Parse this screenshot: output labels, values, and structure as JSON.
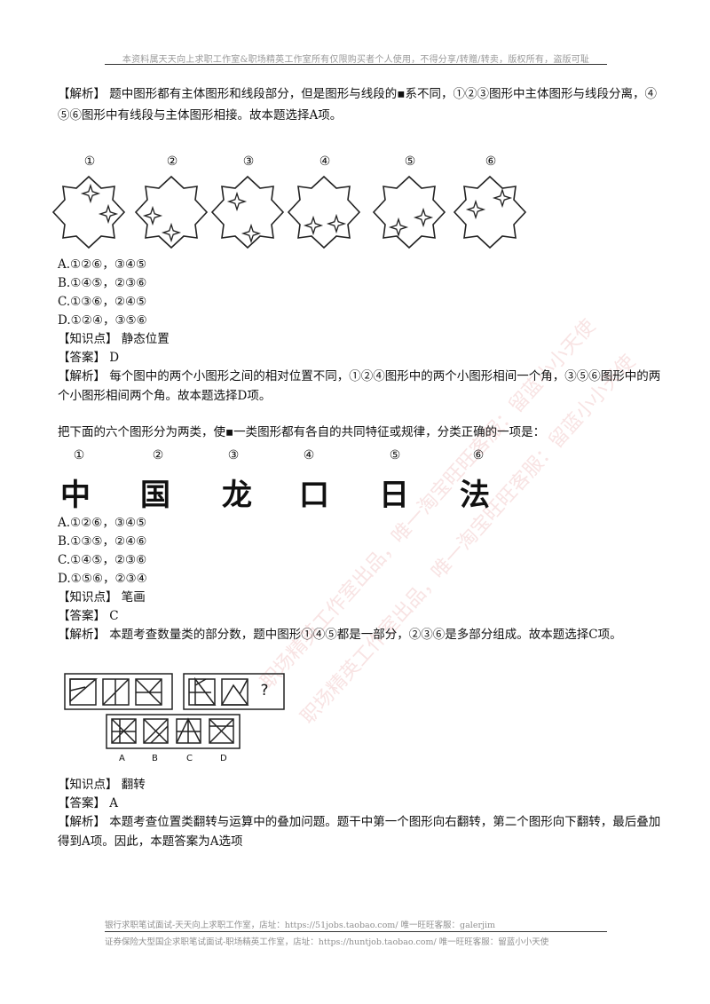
{
  "header": {
    "note": "本资料属天天向上求职工作室&职场精英工作室所有仅限购买者个人使用，不得分享/转赠/转卖，版权所有，盗版可耻"
  },
  "watermark": {
    "line1": "职场精英工作室出品，唯一淘宝旺旺客服：留蓝小小天使",
    "line2": "职场精英工作室出品，唯一淘宝旺旺客服：留蓝小小天使"
  },
  "q1": {
    "analysis_top_line1": "【解析】 题中图形都有主体图形和线段部分，但是图形与线段的▪系不同，①②③图形中主体图形与线段分离，④",
    "analysis_top_line2": "⑤⑥图形中有线段与主体图形相接。故本题选择A项。"
  },
  "q2": {
    "figure_numbers": [
      "①",
      "②",
      "③",
      "④",
      "⑤",
      "⑥"
    ],
    "options": [
      "A.①②⑥，③④⑤",
      "B.①④⑤，②③⑥",
      "C.①③⑥，②④⑤",
      "D.①②④，③⑤⑥"
    ],
    "knowledge": "【知识点】 静态位置",
    "answer": "【答案】 D",
    "analysis_line1": "【解析】 每个图中的两个小图形之间的相对位置不同，①②④图形中的两个小图形相间一个角，③⑤⑥图形中的两",
    "analysis_line2": "个小图形相间两个角。故本题选择D项。"
  },
  "q3": {
    "prompt": "把下面的六个图形分为两类，使▪一类图形都有各自的共同特征或规律，分类正确的一项是：",
    "figure_numbers": [
      "①",
      "②",
      "③",
      "④",
      "⑤",
      "⑥"
    ],
    "characters": [
      "中",
      "国",
      "龙",
      "口",
      "日",
      "法"
    ],
    "options": [
      "A.①②⑥，③④⑤",
      "B.①③⑤，②④⑥",
      "C.①④⑤，②③⑥",
      "D.①⑤⑥，②③④"
    ],
    "knowledge": "【知识点】 笔画",
    "answer": "【答案】 C",
    "analysis": "【解析】 本题考查数量类的部分数，题中图形①④⑤都是一部分，②③⑥是多部分组成。故本题选择C项。"
  },
  "q4": {
    "question_mark": "?",
    "option_labels": [
      "A",
      "B",
      "C",
      "D"
    ],
    "knowledge": "【知识点】 翻转",
    "answer": "【答案】 A",
    "analysis_line1": "【解析】 本题考查位置类翻转与运算中的叠加问题。题干中第一个图形向右翻转，第二个图形向下翻转，最后叠加",
    "analysis_line2": "得到A项。因此，本题答案为A选项"
  },
  "footer": {
    "line1": "银行求职笔试面试-天天向上求职工作室，店址：https://51jobs.taobao.com/ 唯一旺旺客服：galerjim",
    "line2": "证券保险大型国企求职笔试面试-职场精英工作室，店址：https://huntjob.taobao.com/ 唯一旺旺客服：留蓝小小天使"
  }
}
